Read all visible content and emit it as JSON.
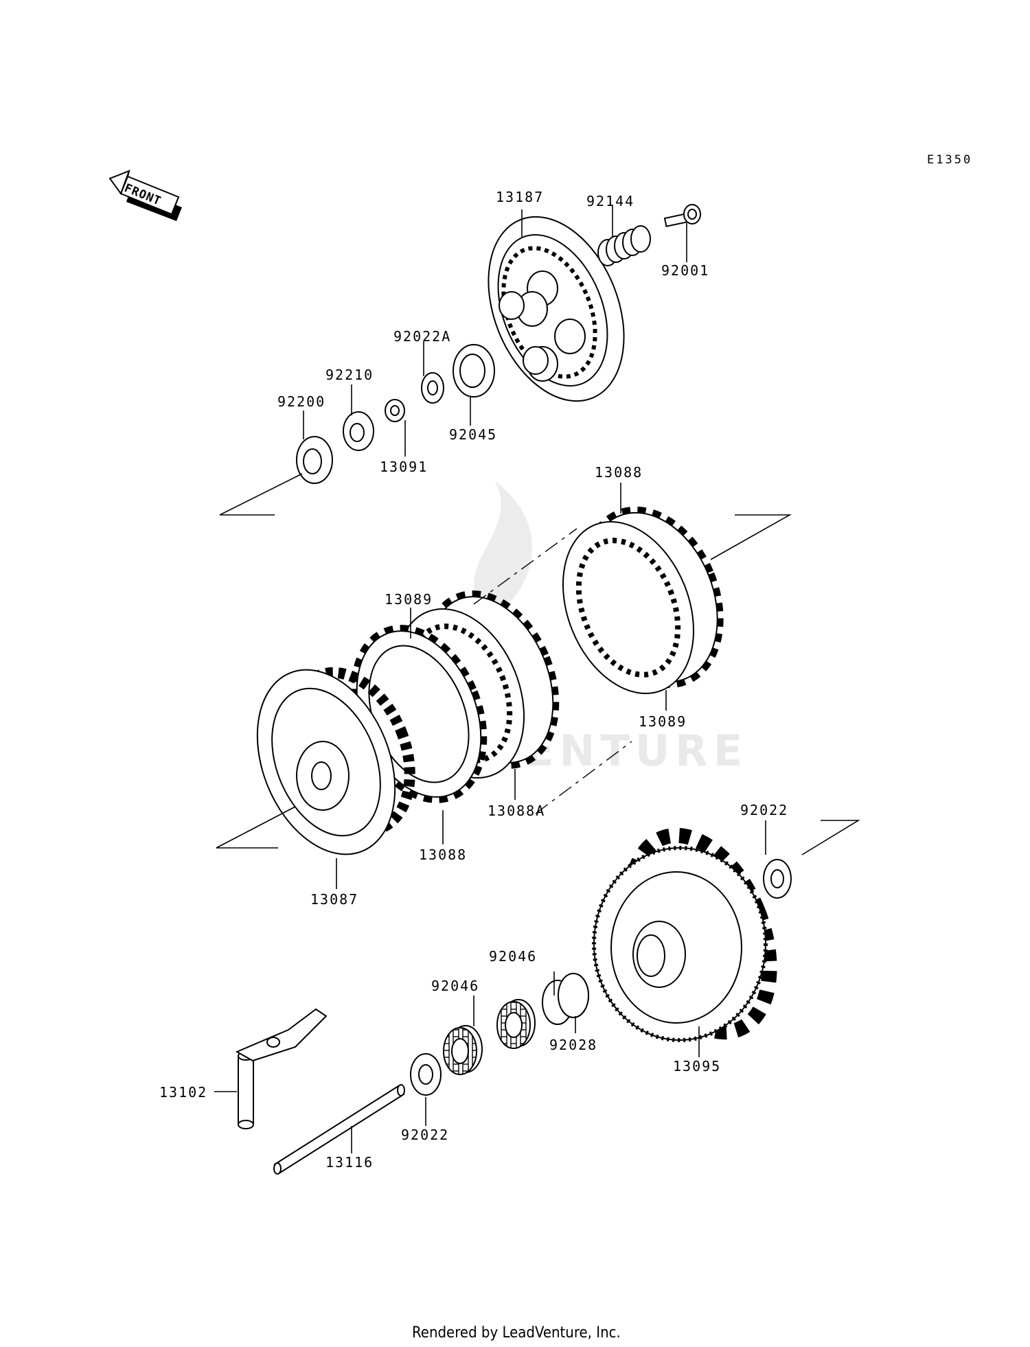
{
  "diagram": {
    "code": "E1350",
    "front_label": "FRONT",
    "watermark": "LEADVENTURE",
    "footer": "Rendered by LeadVenture, Inc.",
    "parts": [
      {
        "id": "13187",
        "label": "13187"
      },
      {
        "id": "92144",
        "label": "92144"
      },
      {
        "id": "92001",
        "label": "92001"
      },
      {
        "id": "92022A",
        "label": "92022A"
      },
      {
        "id": "92210",
        "label": "92210"
      },
      {
        "id": "92200",
        "label": "92200"
      },
      {
        "id": "92045",
        "label": "92045"
      },
      {
        "id": "13091",
        "label": "13091"
      },
      {
        "id": "13088-top",
        "label": "13088"
      },
      {
        "id": "13089-mid",
        "label": "13089"
      },
      {
        "id": "13089-right",
        "label": "13089"
      },
      {
        "id": "13088-bottom",
        "label": "13088"
      },
      {
        "id": "13088A",
        "label": "13088A"
      },
      {
        "id": "13087",
        "label": "13087"
      },
      {
        "id": "92022-right",
        "label": "92022"
      },
      {
        "id": "92046-top",
        "label": "92046"
      },
      {
        "id": "92046-left",
        "label": "92046"
      },
      {
        "id": "92028",
        "label": "92028"
      },
      {
        "id": "13095",
        "label": "13095"
      },
      {
        "id": "13102",
        "label": "13102"
      },
      {
        "id": "13116",
        "label": "13116"
      },
      {
        "id": "92022-bottom",
        "label": "92022"
      }
    ]
  }
}
